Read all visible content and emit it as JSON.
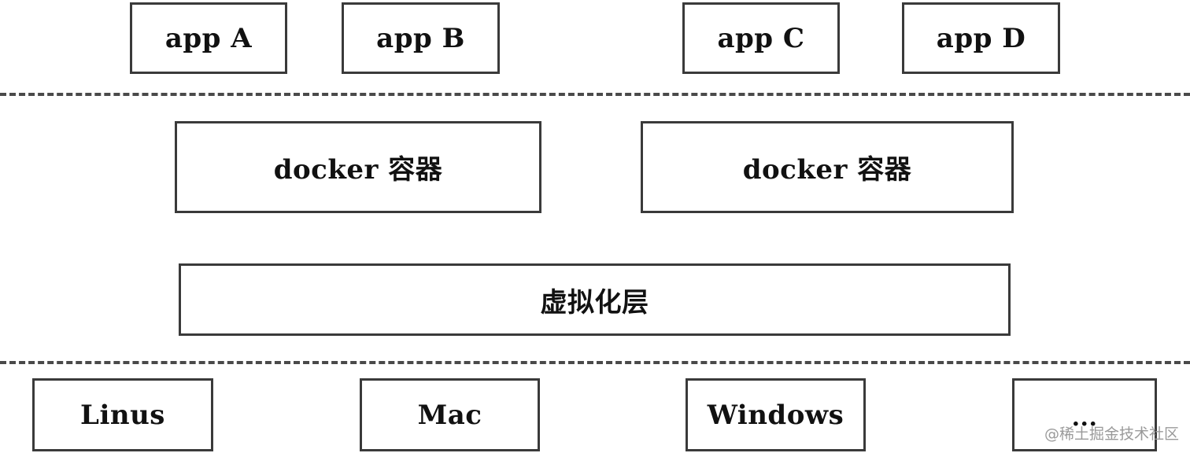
{
  "apps": [
    "app A",
    "app B",
    "app C",
    "app D"
  ],
  "containers": [
    "docker 容器",
    "docker 容器"
  ],
  "virtualization": "虚拟化层",
  "os": [
    "Linus",
    "Mac",
    "Windows",
    "..."
  ],
  "watermark": "@稀土掘金技术社区"
}
